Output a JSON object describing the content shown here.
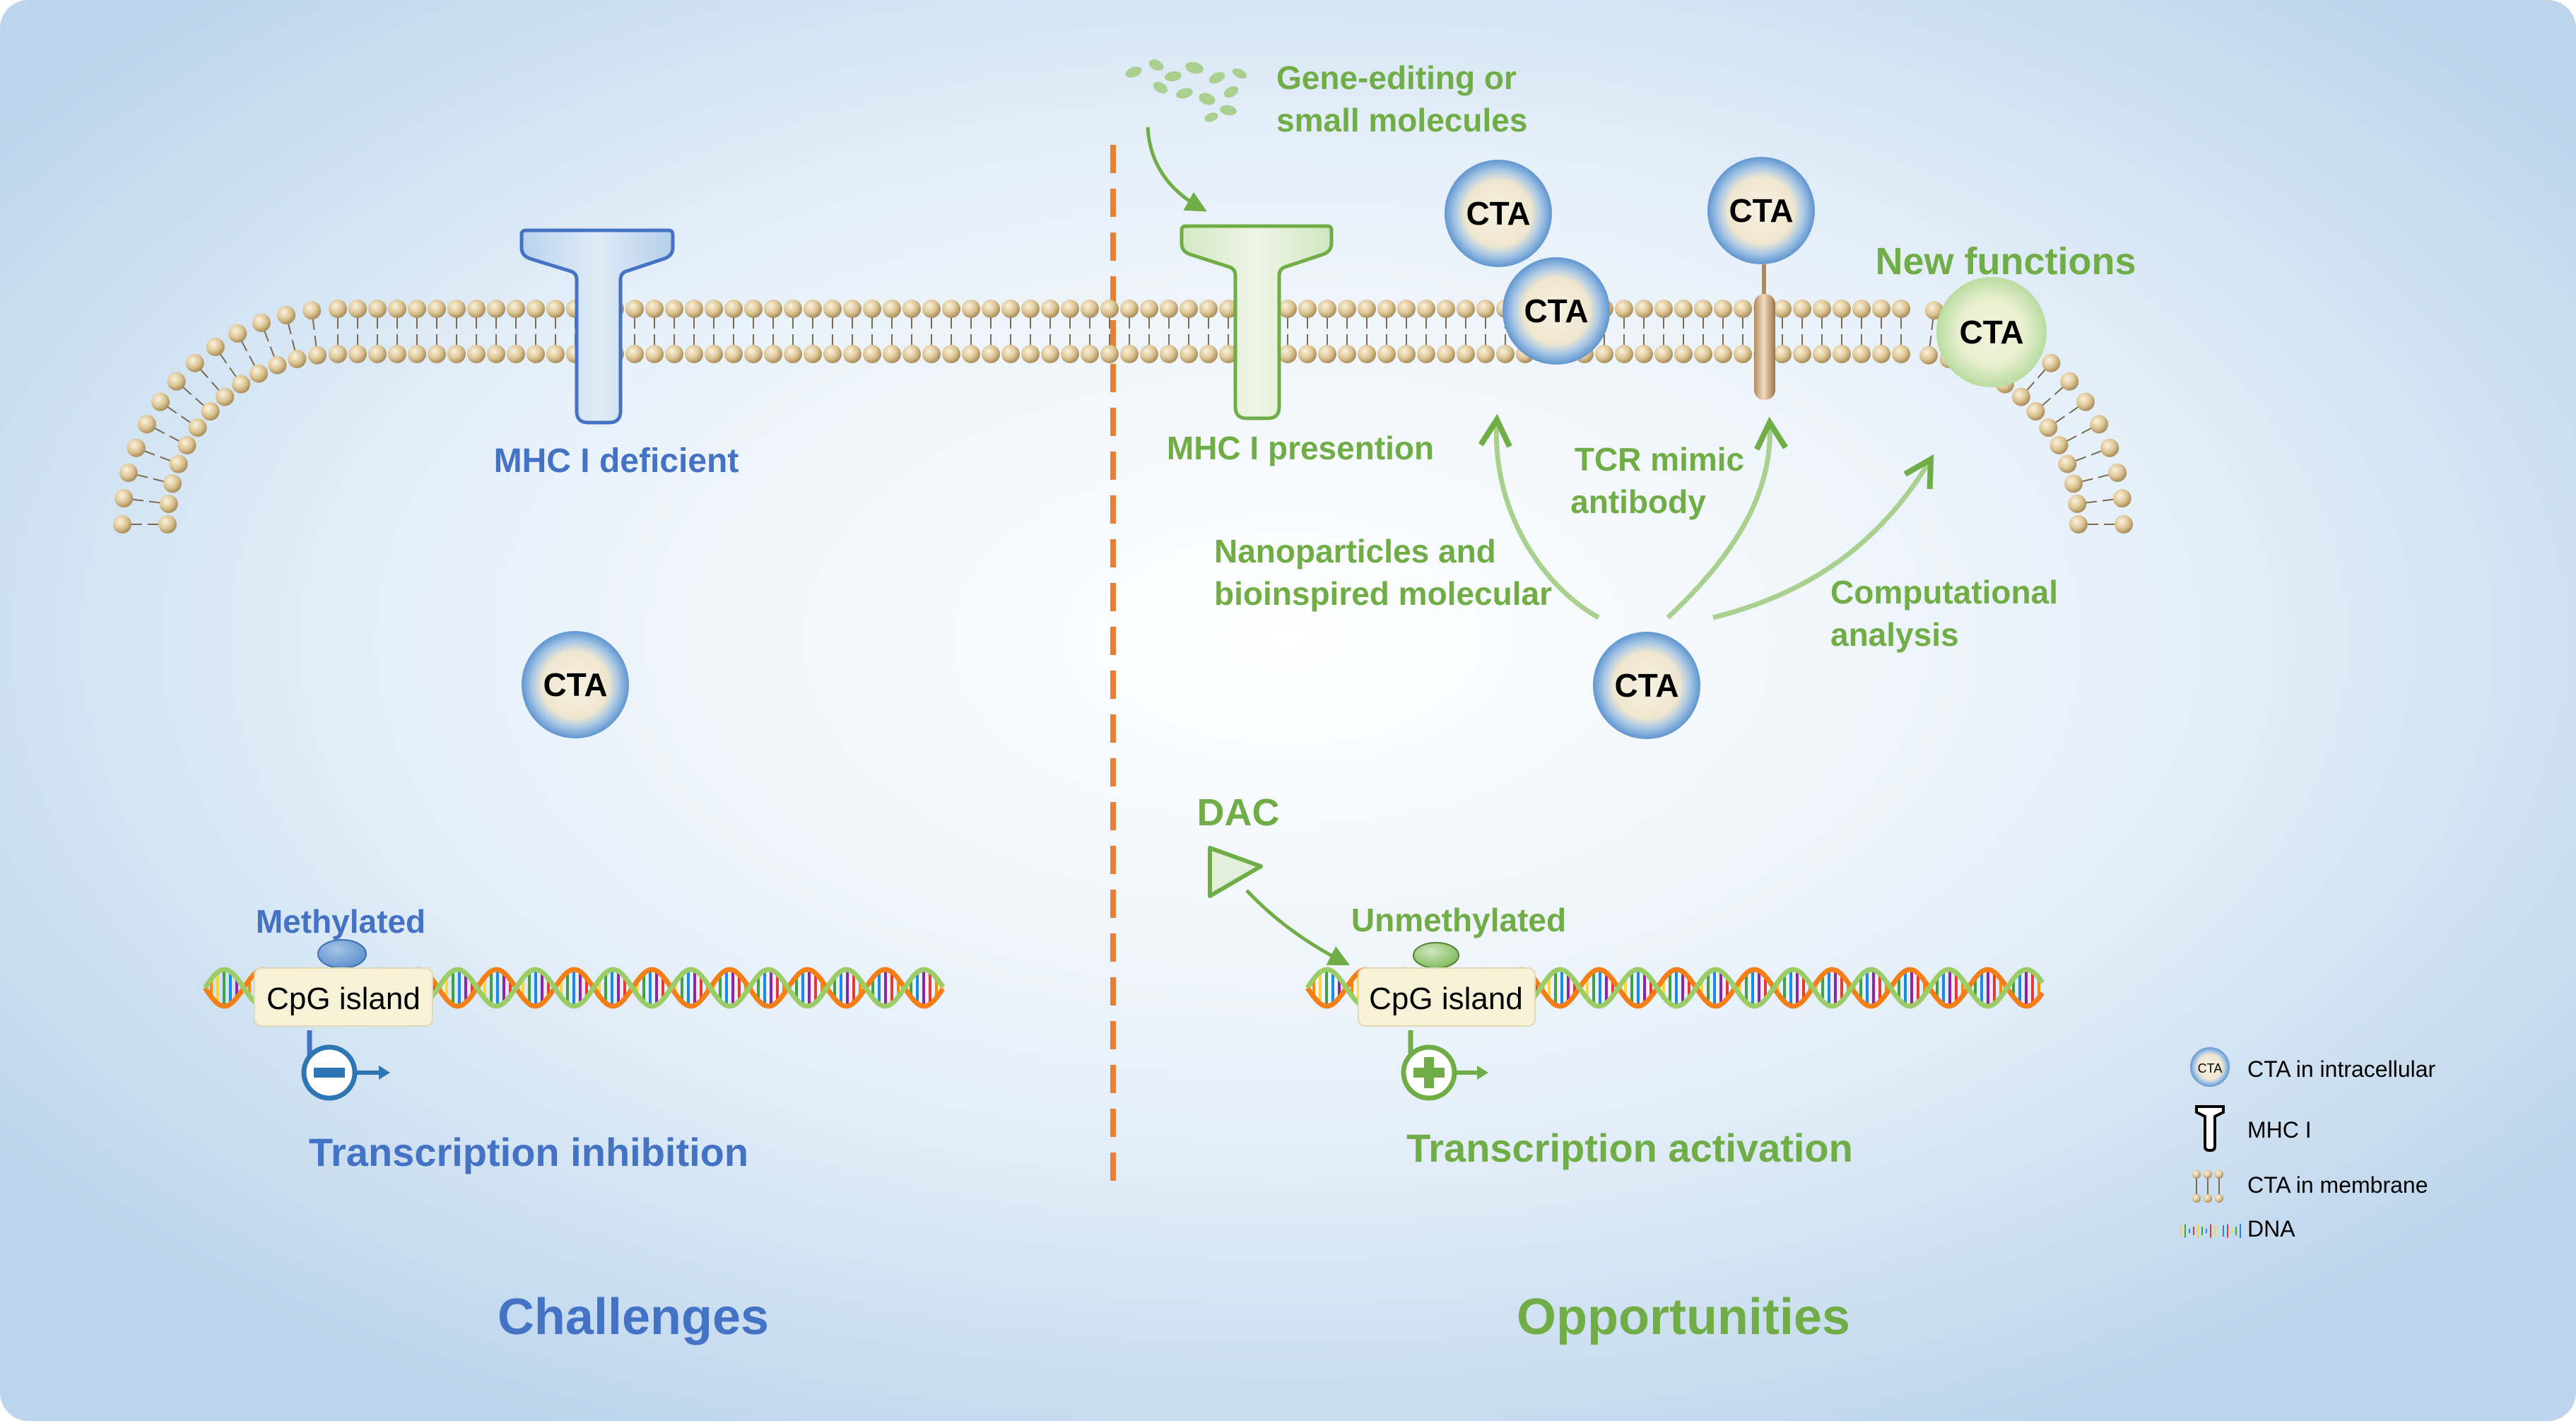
{
  "colors": {
    "challenge": "#4472c4",
    "opportunity": "#70ad47",
    "divider": "#ed7d31",
    "background_edge": "#c9ddf0",
    "background_center": "#ffffff",
    "cta_fill": "#f3eddc",
    "cta_ring": "#7fb0dc",
    "lipid_head": "#d8c08e"
  },
  "challenges": {
    "mhc_label": "MHC I  deficient",
    "cta_label": "CTA",
    "methylated_label": "Methylated",
    "cpg_label": "CpG island",
    "transcription_label": "Transcription inhibition",
    "section_title": "Challenges"
  },
  "opportunities": {
    "gene_editing_line1": "Gene-editing or",
    "gene_editing_line2": "small molecules",
    "mhc_label": "MHC I presention",
    "new_functions_label": "New functions",
    "tcr_line1": "TCR mimic",
    "tcr_line2": "antibody",
    "nano_line1": "Nanoparticles and",
    "nano_line2": "bioinspired molecular",
    "comp_line1": "Computational",
    "comp_line2": "analysis",
    "cta_label": "CTA",
    "dac_label": "DAC",
    "unmethylated_label": "Unmethylated",
    "cpg_label": "CpG island",
    "transcription_label": "Transcription activation",
    "section_title": "Opportunities"
  },
  "legend": {
    "items": [
      {
        "icon": "cta-icon",
        "icon_text": "CTA",
        "label": "CTA in intracellular"
      },
      {
        "icon": "mhc-icon",
        "label": "MHC I"
      },
      {
        "icon": "membrane-icon",
        "label": "CTA in membrane"
      },
      {
        "icon": "dna-icon",
        "label": "DNA"
      }
    ]
  }
}
